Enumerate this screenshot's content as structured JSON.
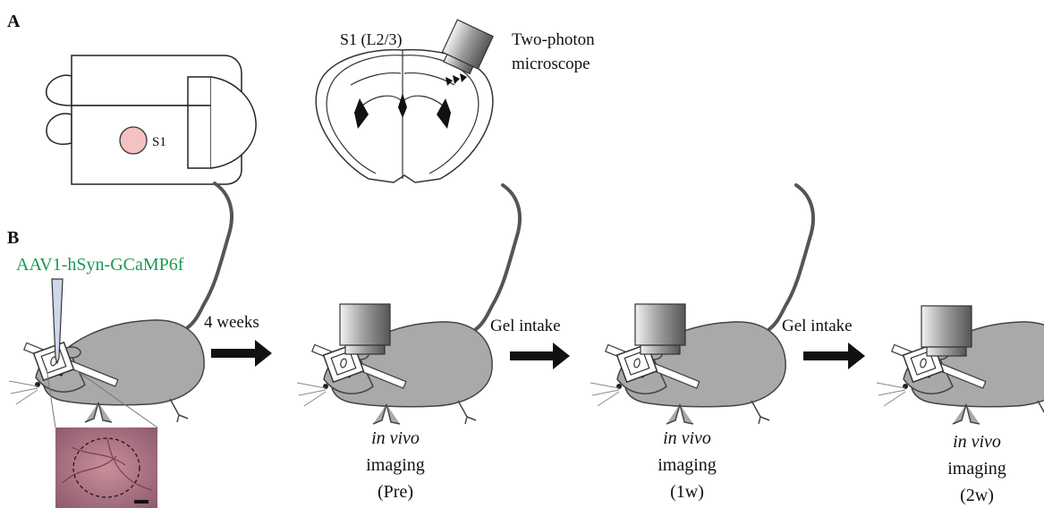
{
  "panel_a": {
    "label": "A",
    "region_label": "S1",
    "section_label": "S1  (L2/3)",
    "microscope_line1": "Two-photon",
    "microscope_line2": "microscope"
  },
  "panel_b": {
    "label": "B",
    "virus_label": "AAV1-hSyn-GCaMP6f",
    "steps": [
      {
        "arrow_label": "4 weeks"
      },
      {
        "arrow_label": "Gel intake"
      },
      {
        "arrow_label": "Gel intake"
      }
    ],
    "sessions": [
      {
        "line1": "in vivo",
        "line2": "imaging",
        "line3": "(Pre)"
      },
      {
        "line1": "in vivo",
        "line2": "imaging",
        "line3": "(1w)"
      },
      {
        "line1": "in vivo",
        "line2": "imaging",
        "line3": "(2w)"
      }
    ]
  },
  "colors": {
    "virus_text": "#1a9850",
    "s1_spot": "#f4c2c2",
    "mouse_fill": "#a9a9a9",
    "tissue": "#b47a86"
  }
}
